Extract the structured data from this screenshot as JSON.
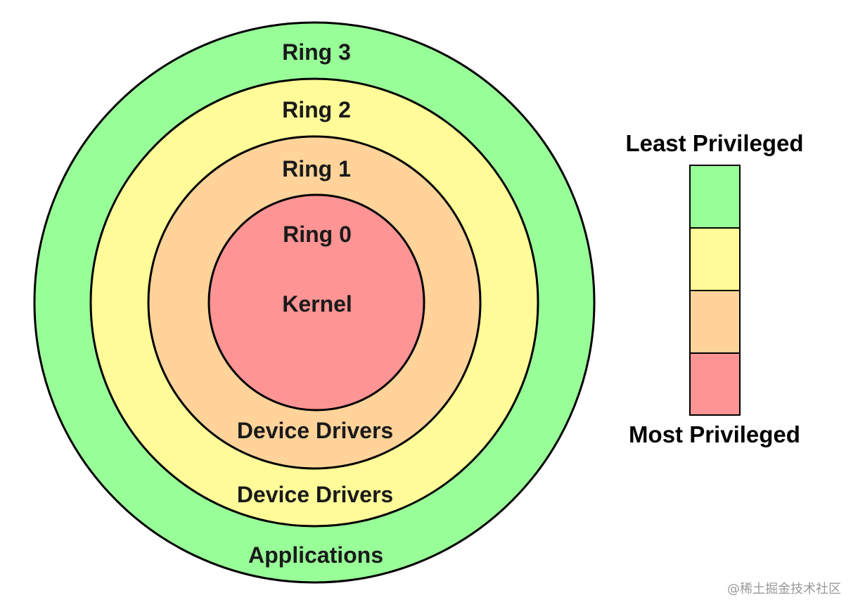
{
  "rings": [
    {
      "id": "ring-3",
      "title": "Ring 3",
      "role": "Applications",
      "color": "#98FF98"
    },
    {
      "id": "ring-2",
      "title": "Ring 2",
      "role": "Device Drivers",
      "color": "#FFFB98"
    },
    {
      "id": "ring-1",
      "title": "Ring 1",
      "role": "Device Drivers",
      "color": "#FFD399"
    },
    {
      "id": "ring-0",
      "title": "Ring 0",
      "role": "Kernel",
      "color": "#FF9494"
    }
  ],
  "legend": {
    "top_label": "Least Privileged",
    "bottom_label": "Most Privileged",
    "colors": [
      "#98FF98",
      "#FFFB98",
      "#FFD399",
      "#FF9494"
    ]
  },
  "watermark": "@稀土掘金技术社区"
}
